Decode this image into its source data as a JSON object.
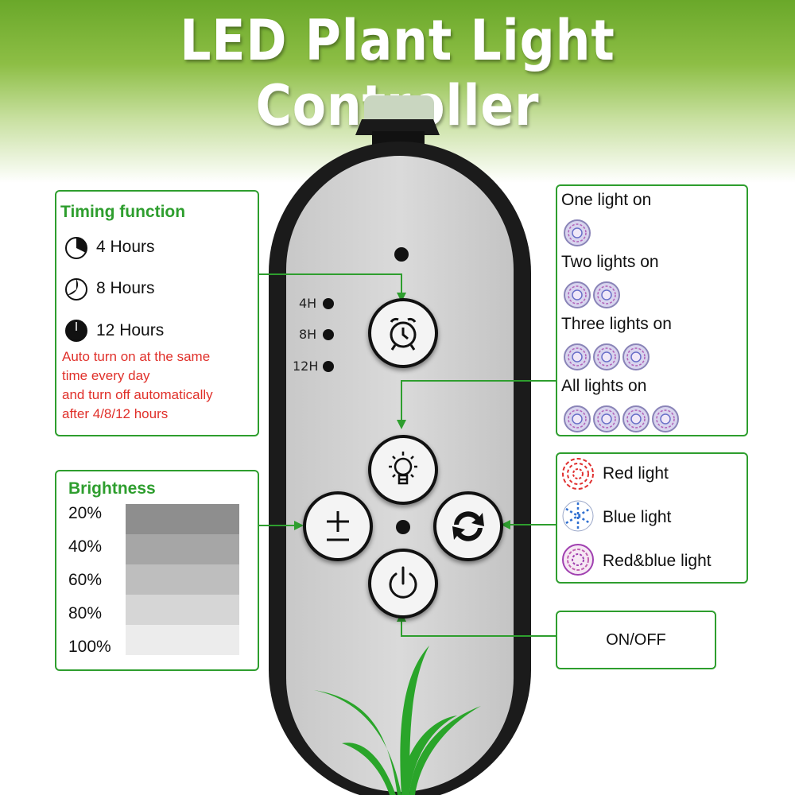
{
  "title": "LED Plant Light Controller",
  "timing": {
    "heading": "Timing function",
    "options": [
      {
        "label": "4 Hours"
      },
      {
        "label": "8 Hours"
      },
      {
        "label": "12 Hours"
      }
    ],
    "note_lines": [
      "Auto turn on at the same",
      "time every day",
      "and turn off automatically",
      "after 4/8/12 hours"
    ]
  },
  "brightness": {
    "heading": "Brightness",
    "levels": [
      {
        "label": "20%",
        "color": "#8e8e8e"
      },
      {
        "label": "40%",
        "color": "#a6a6a6"
      },
      {
        "label": "60%",
        "color": "#bebebe"
      },
      {
        "label": "80%",
        "color": "#d6d6d6"
      },
      {
        "label": "100%",
        "color": "#ececec"
      }
    ]
  },
  "lights_count": {
    "items": [
      {
        "label": "One light on",
        "count": 1
      },
      {
        "label": "Two lights on",
        "count": 2
      },
      {
        "label": "Three lights on",
        "count": 3
      },
      {
        "label": "All lights on",
        "count": 4
      }
    ]
  },
  "light_colors": {
    "items": [
      {
        "label": "Red light",
        "icon": "red-led-icon",
        "color": "#e03030"
      },
      {
        "label": "Blue light",
        "icon": "blue-led-icon",
        "color": "#2f6fd0"
      },
      {
        "label": "Red&blue light",
        "icon": "red-blue-led-icon",
        "color": "#a040b0"
      }
    ]
  },
  "power": {
    "label": "ON/OFF"
  },
  "device": {
    "timer_labels": [
      "4H",
      "8H",
      "12H"
    ],
    "buttons": {
      "timer": "alarm-clock-icon",
      "light": "bulb-icon",
      "brightness": "plus-minus-icon",
      "color_cycle": "cycle-arrows-icon",
      "power": "power-icon"
    }
  },
  "colors": {
    "accent_green": "#2e9e2e",
    "note_red": "#e0302a",
    "panel_grey": "#d2d2d2"
  }
}
